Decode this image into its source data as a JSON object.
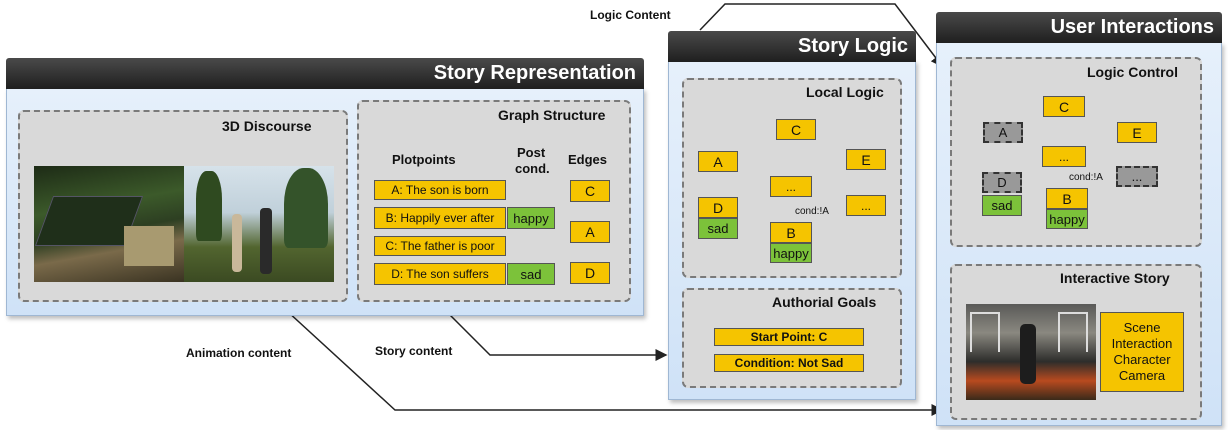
{
  "labels": {
    "logic_content": "Logic Content",
    "animation_content": "Animation content",
    "story_content": "Story content"
  },
  "story_representation": {
    "title": "Story Representation",
    "discourse_title": "3D Discourse",
    "graph_title": "Graph Structure",
    "col_plotpoints": "Plotpoints",
    "col_postcond_1": "Post",
    "col_postcond_2": "cond.",
    "col_edges": "Edges",
    "plotpoints": [
      "A: The son is born",
      "B: Happily ever after",
      "C: The father is poor",
      "D: The son suffers"
    ],
    "postconds": [
      "happy",
      "sad"
    ],
    "edges": [
      "C",
      "A",
      "D"
    ]
  },
  "story_logic": {
    "title": "Story Logic",
    "local_logic_title": "Local Logic",
    "nodes": {
      "c": "C",
      "a": "A",
      "e": "E",
      "mid": "...",
      "d": "D",
      "d_state": "sad",
      "b": "B",
      "b_state": "happy",
      "right": "..."
    },
    "cond_label": "cond:!A",
    "goals_title": "Authorial Goals",
    "goals": [
      "Start Point: C",
      "Condition: Not Sad"
    ]
  },
  "user_interactions": {
    "title": "User Interactions",
    "logic_control_title": "Logic Control",
    "nodes": {
      "c": "C",
      "a": "A",
      "e": "E",
      "mid": "...",
      "d": "D",
      "d_state": "sad",
      "b": "B",
      "b_state": "happy",
      "right": "..."
    },
    "cond_label": "cond:!A",
    "interactive_story_title": "Interactive Story",
    "options": [
      "Scene",
      "Interaction",
      "Character",
      "Camera"
    ]
  },
  "colors": {
    "yellow": "#f5c400",
    "green": "#7cc23a",
    "red": "#e02020",
    "header": "#2a2a2a"
  }
}
